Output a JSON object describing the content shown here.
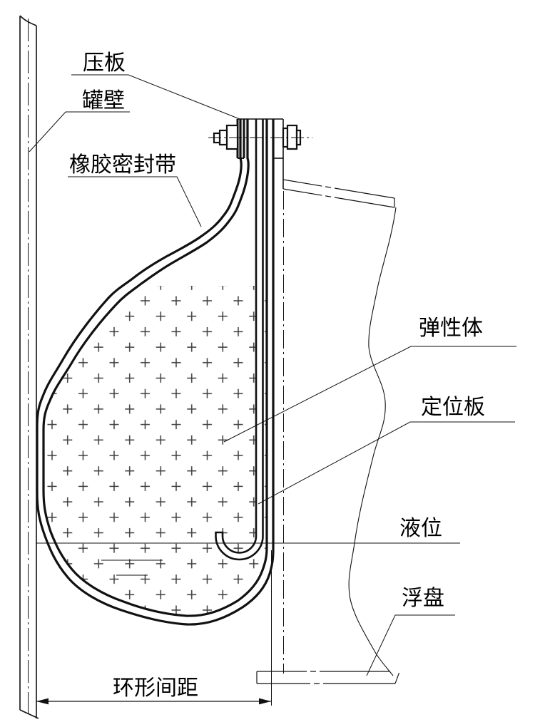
{
  "diagram": {
    "labels": {
      "pressure_plate": "压板",
      "tank_wall": "罐壁",
      "rubber_seal_band": "橡胶密封带",
      "elastomer": "弹性体",
      "positioning_plate": "定位板",
      "liquid_level": "液位",
      "floating_deck": "浮盘",
      "annular_gap": "环形间距"
    },
    "colors": {
      "line": "#111111",
      "hatch_marks": "#3c3c3c",
      "background": "#ffffff"
    }
  }
}
